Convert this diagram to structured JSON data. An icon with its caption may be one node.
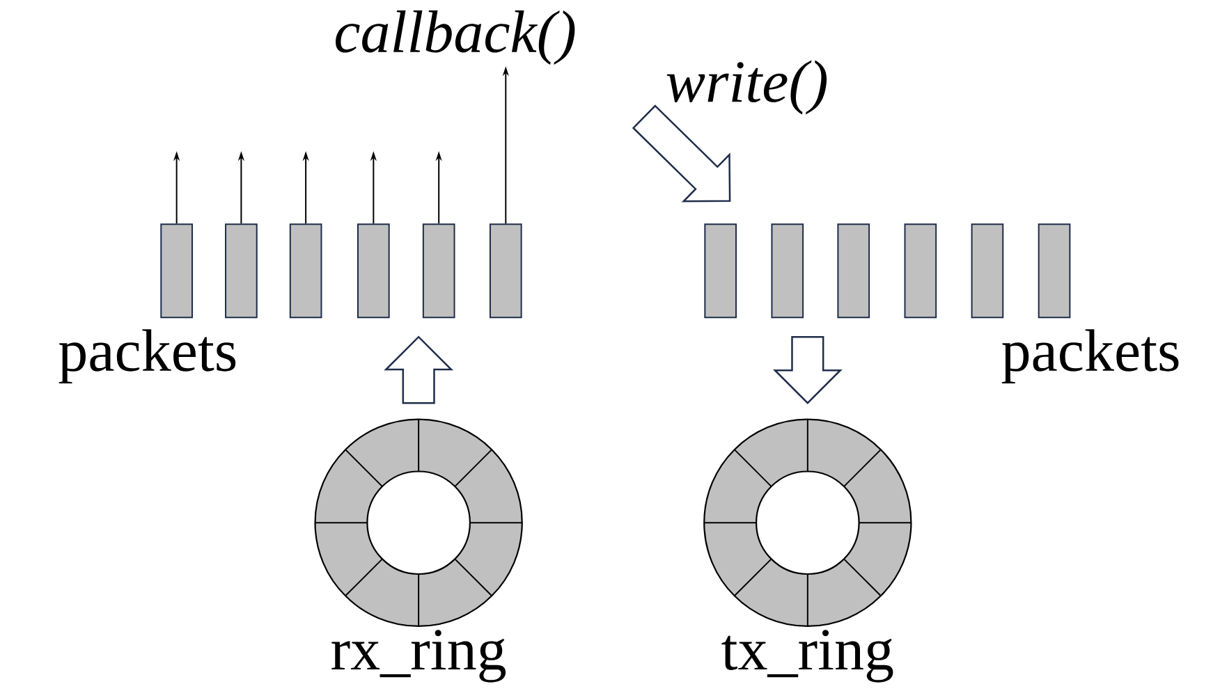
{
  "diagram": {
    "nodes": [
      {
        "text": [
          "callback()"
        ]
      },
      {
        "text": [
          "write()"
        ]
      },
      {
        "text": [],
        "shape": "bar"
      },
      {
        "text": [],
        "shape": "bar"
      },
      {
        "text": [],
        "shape": "bar"
      },
      {
        "text": [],
        "shape": "bar"
      },
      {
        "text": [],
        "shape": "bar"
      },
      {
        "text": [],
        "shape": "bar"
      },
      {
        "text": [],
        "shape": "bar"
      },
      {
        "text": [],
        "shape": "bar"
      },
      {
        "text": [],
        "shape": "bar"
      },
      {
        "text": [],
        "shape": "bar"
      },
      {
        "text": [],
        "shape": "bar"
      },
      {
        "text": [],
        "shape": "bar"
      },
      {
        "text": [
          "rx_ring"
        ]
      },
      {
        "text": [
          "tx_ring"
        ]
      }
    ],
    "edges": [
      {
        "from": 2,
        "to": null,
        "arrow": "to"
      },
      {
        "from": 3,
        "to": null,
        "arrow": "to"
      },
      {
        "from": 4,
        "to": null,
        "arrow": "to"
      },
      {
        "from": 5,
        "to": null,
        "arrow": "to"
      },
      {
        "from": 6,
        "to": null,
        "arrow": "to"
      },
      {
        "from": 7,
        "to": 0,
        "arrow": "to"
      },
      {
        "from": 1,
        "to": 8,
        "arrow": "to",
        "style": "thick"
      },
      {
        "from": 14,
        "to": null,
        "arrow": "to",
        "style": "thick"
      },
      {
        "from": null,
        "to": 15,
        "arrow": "to",
        "style": "thick"
      }
    ],
    "labels": [
      "packets",
      "packets"
    ]
  }
}
